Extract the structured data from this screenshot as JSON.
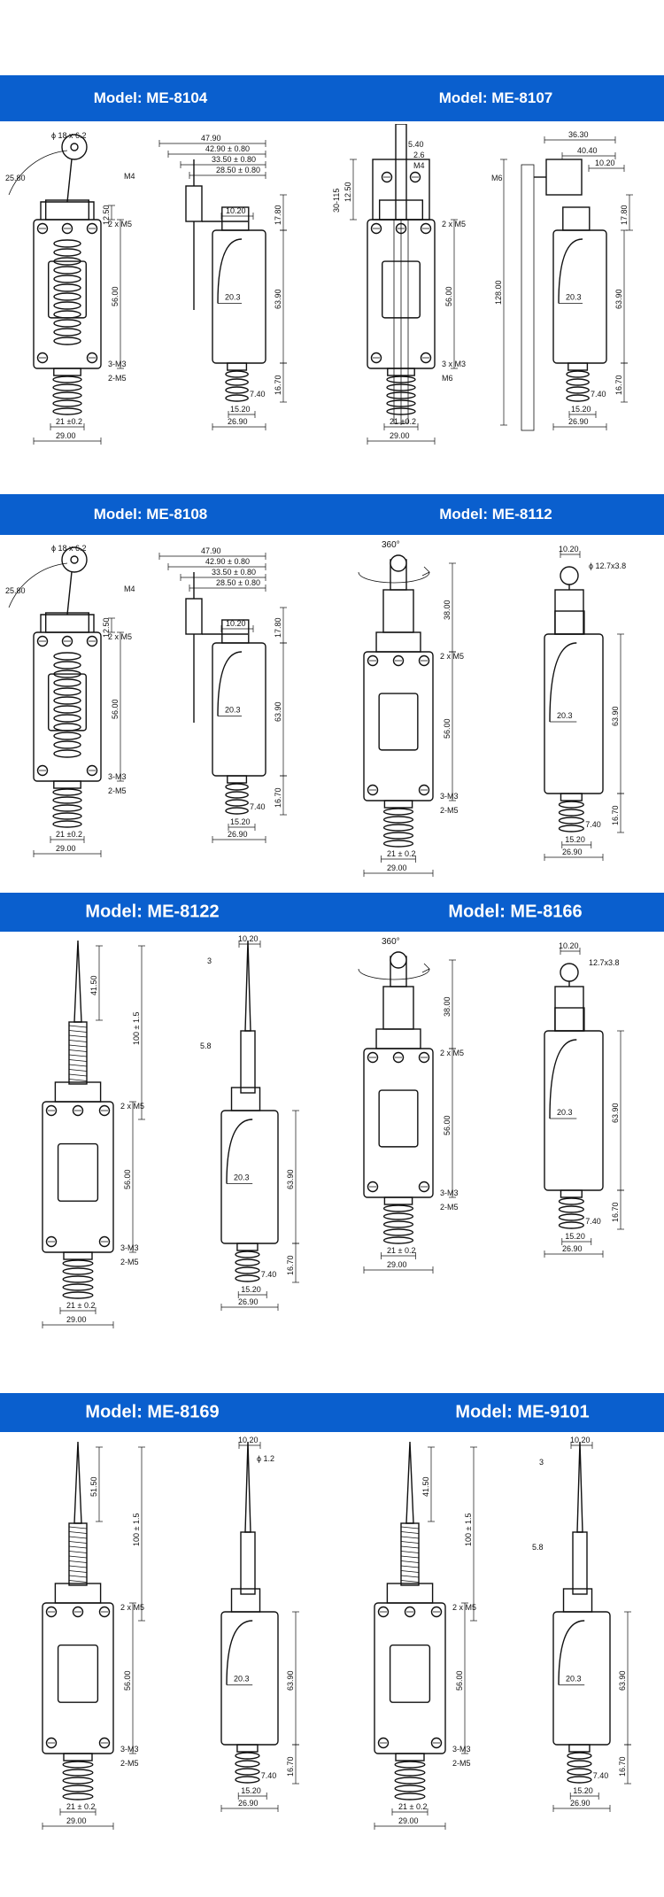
{
  "colors": {
    "band": "#0a5fce",
    "band_text": "#ffffff",
    "line": "#111111"
  },
  "models": [
    {
      "label": "Model: ME-8104",
      "dims": {
        "d_main": "47.90",
        "d1": "42.90 ± 0.80",
        "d2": "33.50 ± 0.80",
        "d3": "28.50 ± 0.80",
        "d_top": "10.20",
        "roller": "ϕ 18 x 6.2",
        "arm": "25.80",
        "m4": "M4",
        "m5": "2 x M5",
        "m3": "3-M3",
        "m5b": "2-M5",
        "h1": "12.50",
        "h2": "56.00",
        "w_base": "21 ±0.2",
        "w_body": "29.00",
        "r_h1": "17.80",
        "r_h2": "63.90",
        "r_h3": "16.70",
        "r_d1": "20.3",
        "r_d2": "7.40",
        "r_d3": "15.20",
        "r_w": "26.90"
      }
    },
    {
      "label": "Model: ME-8107",
      "dims": {
        "d_main": "36.30",
        "d1": "40.40",
        "d2": "2.6",
        "d3": "5.40",
        "d_top": "10.20",
        "roller": "30-115",
        "arm": "128.00",
        "m4": "M4",
        "m5": "2 x M5",
        "m3": "3 x M3",
        "m5b": "M6",
        "h1": "12.50",
        "h2": "56.00",
        "w_base": "21 ±0.2",
        "w_body": "29.00",
        "r_h1": "17.80",
        "r_h2": "63.90",
        "r_h3": "16.70",
        "r_d1": "20.3",
        "r_d2": "7.40",
        "r_d3": "15.20",
        "r_w": "26.90"
      }
    },
    {
      "label": "Model: ME-8108",
      "dims": {
        "d_main": "47.90",
        "d1": "42.90 ± 0.80",
        "d2": "33.50 ± 0.80",
        "d3": "28.50 ± 0.80",
        "d_top": "10.20",
        "roller": "ϕ 18 x 6.2",
        "arm": "25.80",
        "m4": "M4",
        "m5": "2 x M5",
        "m3": "3-M3",
        "m5b": "2-M5",
        "h1": "12.50",
        "h2": "56.00",
        "w_base": "21 ±0.2",
        "w_body": "29.00",
        "r_h1": "17.80",
        "r_h2": "63.90",
        "r_h3": "16.70",
        "r_d1": "20.3",
        "r_d2": "7.40",
        "r_d3": "15.20",
        "r_w": "26.90"
      }
    },
    {
      "label": "Model: ME-8112",
      "dims": {
        "rot": "360°",
        "d_top": "10.20",
        "roller": "ϕ 12.7x3.8",
        "m5": "2 x M5",
        "m3": "3-M3",
        "m5b": "2-M5",
        "h1": "38.00",
        "h2": "56.00",
        "w_base": "21 ± 0.2",
        "w_body": "29.00",
        "r_h2": "63.90",
        "r_h3": "16.70",
        "r_d1": "20.3",
        "r_d2": "7.40",
        "r_d3": "15.20",
        "r_w": "26.90"
      }
    },
    {
      "label": "Model: ME-8122",
      "dims": {
        "d3": "3",
        "d_top": "10.20",
        "d58": "5.8",
        "h_top": "41.50",
        "h_rod": "100 ± 1.5",
        "m5": "2 x M5",
        "m3": "3-M3",
        "m5b": "2-M5",
        "h2": "56.00",
        "w_base": "21 ± 0.2",
        "w_body": "29.00",
        "r_h2": "63.90",
        "r_h3": "16.70",
        "r_d1": "20.3",
        "r_d2": "7.40",
        "r_d3": "15.20",
        "r_w": "26.90"
      }
    },
    {
      "label": "Model: ME-8166",
      "dims": {
        "rot": "360°",
        "d_top": "10.20",
        "roller": "12.7x3.8",
        "m5": "2 x M5",
        "m3": "3-M3",
        "m5b": "2-M5",
        "h1": "38.00",
        "h2": "56.00",
        "w_base": "21 ± 0.2",
        "w_body": "29.00",
        "r_h2": "63.90",
        "r_h3": "16.70",
        "r_d1": "20.3",
        "r_d2": "7.40",
        "r_d3": "15.20",
        "r_w": "26.90"
      }
    },
    {
      "label": "Model: ME-8169",
      "dims": {
        "d_top": "10.20",
        "roller": "ϕ 1.2",
        "h_top": "51.50",
        "h_rod": "100 ± 1.5",
        "m5": "2 x M5",
        "m3": "3-M3",
        "m5b": "2-M5",
        "h2": "56.00",
        "w_base": "21 ± 0.2",
        "w_body": "29.00",
        "r_h2": "63.90",
        "r_h3": "16.70",
        "r_d1": "20.3",
        "r_d2": "7.40",
        "r_d3": "15.20",
        "r_w": "26.90"
      }
    },
    {
      "label": "Model: ME-9101",
      "dims": {
        "d3": "3",
        "d_top": "10.20",
        "d58": "5.8",
        "h_top": "41.50",
        "h_rod": "100 ± 1.5",
        "m5": "2 x M5",
        "m3": "3-M3",
        "m5b": "2-M5",
        "h2": "56.00",
        "w_base": "21 ± 0.2",
        "w_body": "29.00",
        "r_h2": "63.90",
        "r_h3": "16.70",
        "r_d1": "20.3",
        "r_d2": "7.40",
        "r_d3": "15.20",
        "r_w": "26.90"
      }
    }
  ]
}
